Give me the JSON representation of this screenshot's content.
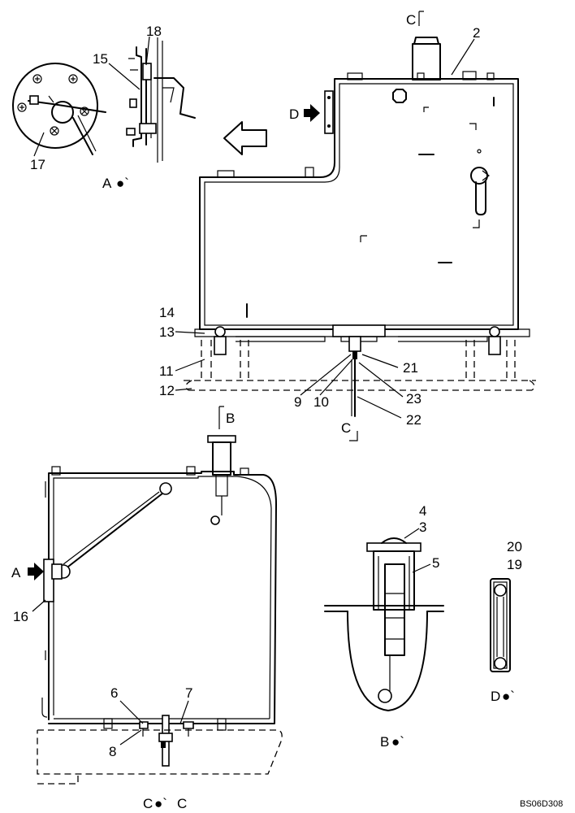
{
  "view_titles": {
    "detail_a": "A",
    "section_b": "B",
    "section_cc": "C",
    "view_d": "D"
  },
  "section_markers": {
    "b_marker": "B",
    "c_top_marker": "C",
    "c_bottom_marker": "C",
    "a_arrow": "A",
    "d_arrow": "D"
  },
  "callouts": {
    "n2": "2",
    "n3": "3",
    "n4": "4",
    "n5": "5",
    "n6": "6",
    "n7": "7",
    "n8": "8",
    "n9": "9",
    "n10": "10",
    "n11": "11",
    "n12": "12",
    "n13": "13",
    "n14": "14",
    "n15": "15",
    "n16": "16",
    "n17": "17",
    "n18": "18",
    "n19": "19",
    "n20": "20",
    "n21": "21",
    "n22": "22",
    "n23": "23"
  },
  "drawing_code": "BS06D308"
}
